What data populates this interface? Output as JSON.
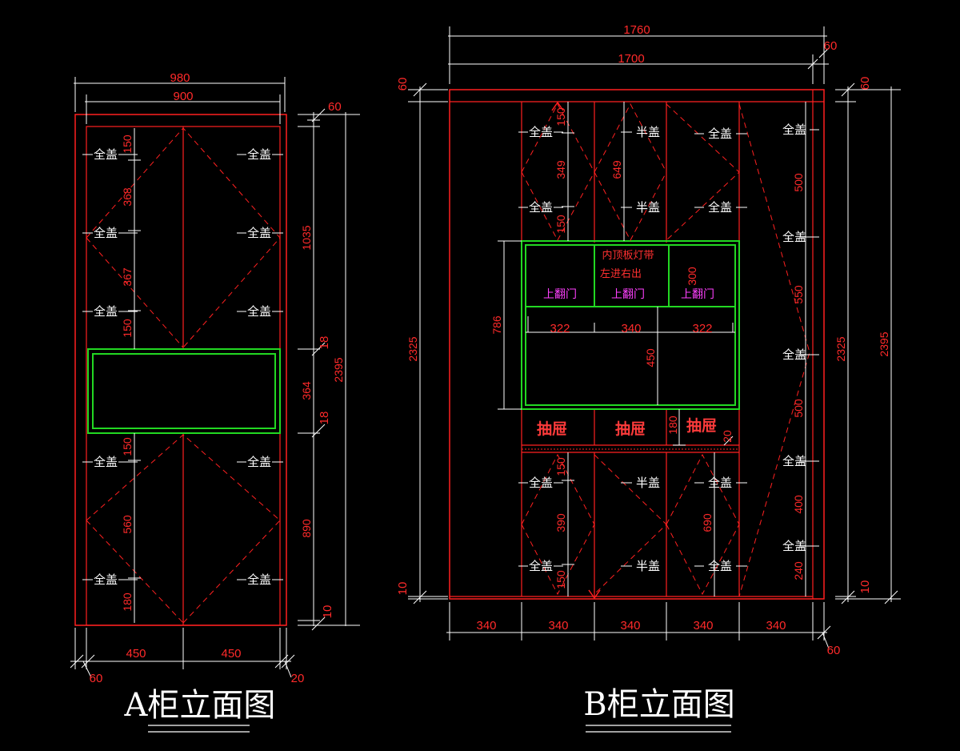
{
  "cabinet_a": {
    "title": "A柜立面图",
    "dim_total_width": "980",
    "dim_inner_width": "900",
    "dim_side_60": "60",
    "dim_1035": "1035",
    "dim_18_top": "18",
    "dim_364": "364",
    "dim_18_bottom": "18",
    "dim_2395": "2395",
    "dim_890": "890",
    "dim_10": "10",
    "dim_150_a": "150",
    "dim_368": "368",
    "dim_367": "367",
    "dim_150_b": "150",
    "dim_150_c": "150",
    "dim_560": "560",
    "dim_180": "180",
    "dim_bottom_left": "450",
    "dim_bottom_right": "450",
    "dim_bottom_60": "60",
    "dim_bottom_20": "20",
    "label_full_cover": "全盖"
  },
  "cabinet_b": {
    "title": "B柜立面图",
    "dim_1760": "1760",
    "dim_1700": "1700",
    "dim_60_top": "60",
    "dim_60_left": "60",
    "dim_60_right": "60",
    "dim_2325_left": "2325",
    "dim_2325_right": "2325",
    "dim_2395": "2395",
    "dim_10_left": "10",
    "dim_10_right": "10",
    "dim_786": "786",
    "dim_150_t1": "150",
    "dim_349": "349",
    "dim_150_t2": "150",
    "dim_649": "649",
    "dim_300": "300",
    "dim_322_l": "322",
    "dim_340_m": "340",
    "dim_322_r": "322",
    "dim_450": "450",
    "dim_180": "180",
    "dim_20": "20",
    "dim_150_b1": "150",
    "dim_390": "390",
    "dim_150_b2": "150",
    "dim_690": "690",
    "dim_500_a": "500",
    "dim_550": "550",
    "dim_500_b": "500",
    "dim_400": "400",
    "dim_240": "240",
    "bottom_dims": [
      "340",
      "340",
      "340",
      "340",
      "340"
    ],
    "dim_bottom_60": "60",
    "note_line1": "内顶板灯带",
    "note_line2": "左进右出",
    "flap_door": "上翻门",
    "drawer": "抽屉",
    "label_full_cover": "全盖",
    "label_half_cover": "半盖"
  }
}
